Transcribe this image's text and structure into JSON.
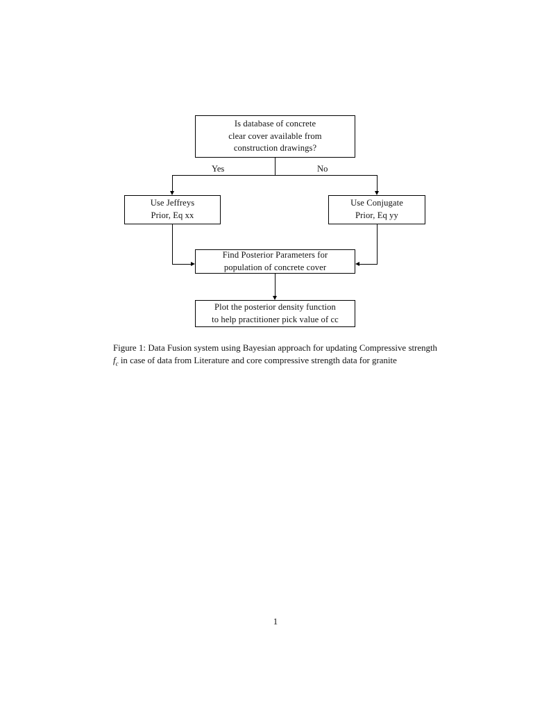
{
  "document": {
    "page_number": "1"
  },
  "figure": {
    "nodes": {
      "question": {
        "line1": "Is database of concrete",
        "line2": "clear cover available from",
        "line3": "construction drawings?"
      },
      "jeffreys": {
        "line1": "Use Jeffreys",
        "line2": "Prior, Eq xx"
      },
      "conjugate": {
        "line1": "Use Conjugate",
        "line2": "Prior, Eq yy"
      },
      "posterior": {
        "line1": "Find Posterior Parameters for",
        "line2": "population of concrete cover"
      },
      "plot": {
        "line1": "Plot the posterior density function",
        "line2": "to help practitioner pick value of cc"
      }
    },
    "edge_labels": {
      "yes": "Yes",
      "no": "No"
    }
  },
  "caption": {
    "prefix": "Figure 1:",
    "text_before_math": " Data Fusion system using Bayesian approach for updating Compressive strength ",
    "math_base": "f",
    "math_sub": "c",
    "text_after_math": " in case of data from Literature and core compressive strength data for granite"
  },
  "colors": {
    "ink": "#000000",
    "paper": "#ffffff"
  }
}
